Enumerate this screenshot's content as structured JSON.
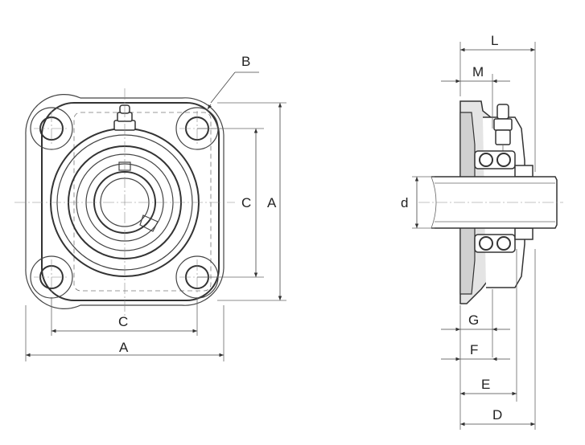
{
  "labels": {
    "B": "B",
    "C_vertical": "C",
    "A_vertical": "A",
    "C_horizontal": "C",
    "A_horizontal": "A",
    "L": "L",
    "M": "M",
    "d": "d",
    "G": "G",
    "F": "F",
    "E": "E",
    "D": "D"
  }
}
